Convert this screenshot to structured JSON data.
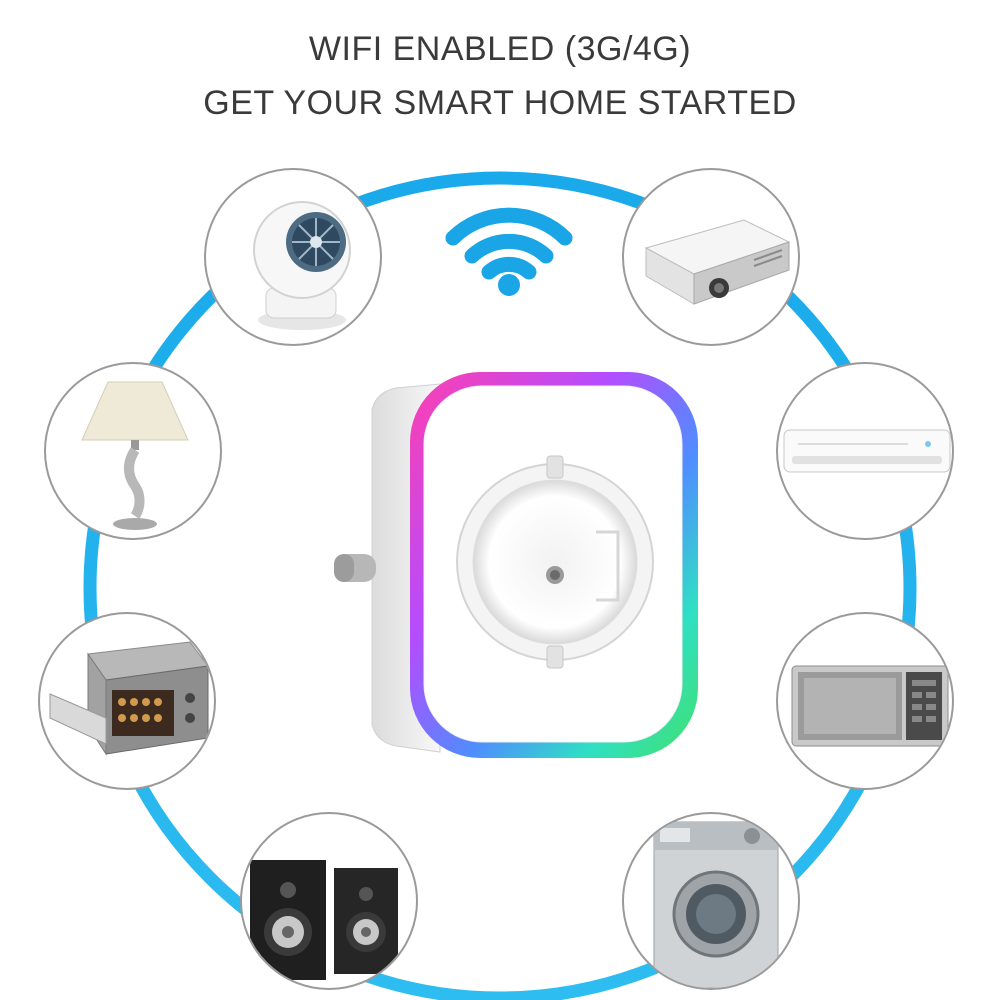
{
  "header": {
    "line1": "WIFI ENABLED (3G/4G)",
    "line2": "GET YOUR SMART HOME STARTED"
  },
  "colors": {
    "ring": "#23b4ea",
    "wifi": "#1aa6e6",
    "bubble_border": "#9a9a9a",
    "text": "#3a3a3a"
  },
  "appliances": [
    {
      "name": "fan",
      "icon": "desk-fan-icon"
    },
    {
      "name": "projector",
      "icon": "projector-icon"
    },
    {
      "name": "lamp",
      "icon": "table-lamp-icon"
    },
    {
      "name": "air conditioner",
      "icon": "air-conditioner-icon"
    },
    {
      "name": "oven",
      "icon": "oven-icon"
    },
    {
      "name": "microwave",
      "icon": "microwave-icon"
    },
    {
      "name": "speakers",
      "icon": "speakers-icon"
    },
    {
      "name": "washing machine",
      "icon": "washing-machine-icon"
    }
  ],
  "center_device": {
    "icon": "smart-plug-icon"
  }
}
